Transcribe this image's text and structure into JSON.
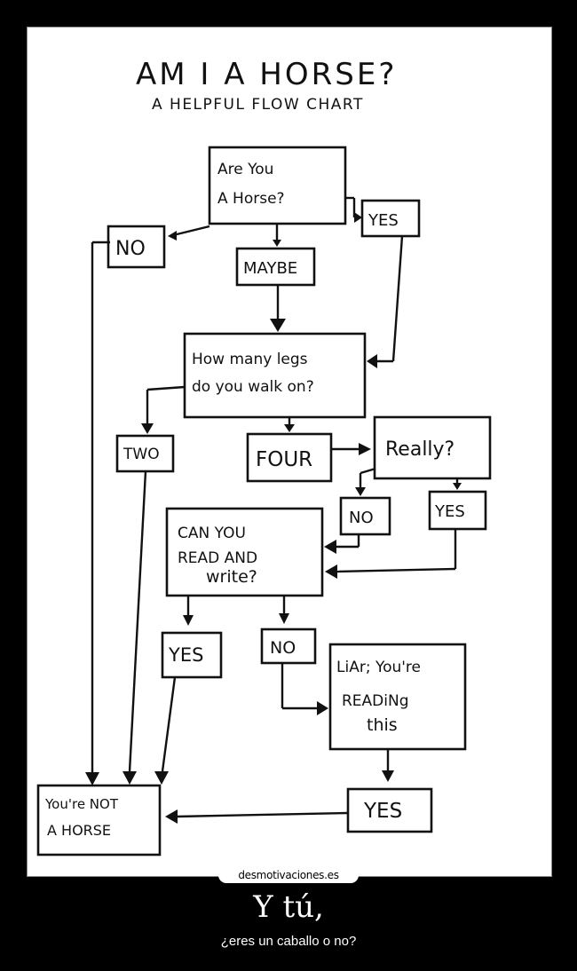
{
  "title": "AM I A HORSE?",
  "subtitle": "A HELPFUL FLOW CHART",
  "nodes": {
    "start": [
      "Are You",
      "A Horse?"
    ],
    "no1": "NO",
    "yes1": "YES",
    "maybe": "MAYBE",
    "legs": [
      "How many legs",
      "do you walk on?"
    ],
    "two": "TWO",
    "four": "FOUR",
    "really": "Really?",
    "no2": "NO",
    "yes2": "YES",
    "read": [
      "CAN YOU",
      "READ AND",
      "write?"
    ],
    "yes3": "YES",
    "no3": "NO",
    "liar": [
      "LiAr; You're",
      "READiNg",
      "this"
    ],
    "yes4": "YES",
    "end": [
      "You're NOT",
      "A HORSE"
    ]
  },
  "watermark": "desmotivaciones.es",
  "caption": {
    "title": "Y tú,",
    "subtitle": "¿eres un caballo o no?"
  }
}
